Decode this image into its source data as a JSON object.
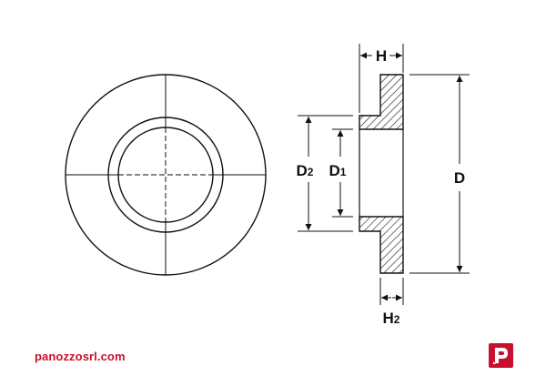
{
  "labels": {
    "H": {
      "main": "H",
      "sub": ""
    },
    "H2": {
      "main": "H",
      "sub": "2"
    },
    "D": {
      "main": "D",
      "sub": ""
    },
    "D1": {
      "main": "D",
      "sub": "1"
    },
    "D2": {
      "main": "D",
      "sub": "2"
    }
  },
  "website": "panozzosrl.com",
  "colors": {
    "line": "#111111",
    "brand": "#c8102e",
    "background": "#ffffff"
  },
  "icons": {
    "logo": "p-logo-icon"
  }
}
